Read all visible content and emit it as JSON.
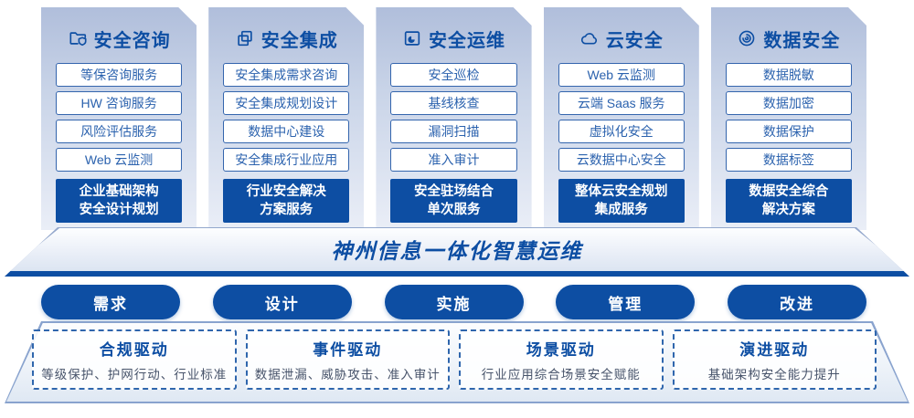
{
  "colors": {
    "accent_blue": "#0d4ea3",
    "item_border_blue": "#3465ad",
    "item_text_blue": "#2b62ae",
    "panel_gradient_top": "#b0bedb",
    "driver_desc_text": "#47536a"
  },
  "columns": [
    {
      "icon": "folder-shield-icon",
      "title": "安全咨询",
      "items": [
        "等保咨询服务",
        "HW 咨询服务",
        "风险评估服务",
        "Web 云监测"
      ],
      "footer": [
        "企业基础架构",
        "安全设计规划"
      ]
    },
    {
      "icon": "documents-icon",
      "title": "安全集成",
      "items": [
        "安全集成需求咨询",
        "安全集成规划设计",
        "数据中心建设",
        "安全集成行业应用"
      ],
      "footer": [
        "行业安全解决",
        "方案服务"
      ]
    },
    {
      "icon": "monitor-clock-icon",
      "title": "安全运维",
      "items": [
        "安全巡检",
        "基线核查",
        "漏洞扫描",
        "准入审计"
      ],
      "footer": [
        "安全驻场结合",
        "单次服务"
      ]
    },
    {
      "icon": "cloud-icon",
      "title": "云安全",
      "items": [
        "Web 云监测",
        "云端 Saas 服务",
        "虚拟化安全",
        "云数据中心安全"
      ],
      "footer": [
        "整体云安全规划",
        "集成服务"
      ]
    },
    {
      "icon": "fingerprint-icon",
      "title": "数据安全",
      "items": [
        "数据脱敏",
        "数据加密",
        "数据保护",
        "数据标签"
      ],
      "footer": [
        "数据安全综合",
        "解决方案"
      ]
    }
  ],
  "banner": {
    "title": "神州信息一体化智慧运维"
  },
  "process_pills": [
    "需求",
    "设计",
    "实施",
    "管理",
    "改进"
  ],
  "drivers": [
    {
      "title": "合规驱动",
      "desc": "等级保护、护网行动、行业标准"
    },
    {
      "title": "事件驱动",
      "desc": "数据泄漏、威胁攻击、准入审计"
    },
    {
      "title": "场景驱动",
      "desc": "行业应用综合场景安全赋能"
    },
    {
      "title": "演进驱动",
      "desc": "基础架构安全能力提升"
    }
  ]
}
